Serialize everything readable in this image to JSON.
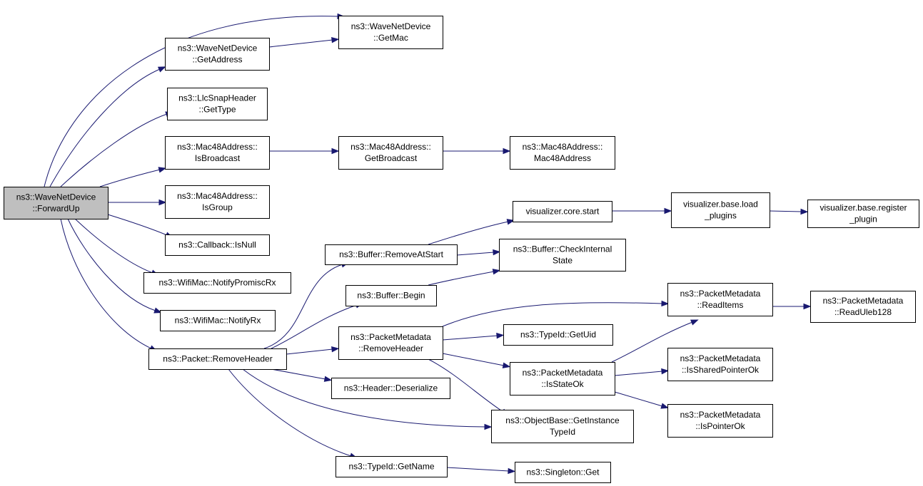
{
  "colors": {
    "edge": "#191970",
    "root_fill": "#bfbfbf",
    "node_fill": "#ffffff",
    "border": "#000000"
  },
  "nodes": {
    "forwardup": {
      "lines": [
        "ns3::WaveNetDevice",
        "::ForwardUp"
      ]
    },
    "getmac": {
      "lines": [
        "ns3::WaveNetDevice",
        "::GetMac"
      ]
    },
    "getaddress": {
      "lines": [
        "ns3::WaveNetDevice",
        "::GetAddress"
      ]
    },
    "gettype": {
      "lines": [
        "ns3::LlcSnapHeader",
        "::GetType"
      ]
    },
    "isbroadcast": {
      "lines": [
        "ns3::Mac48Address::",
        "IsBroadcast"
      ]
    },
    "getbroadcast": {
      "lines": [
        "ns3::Mac48Address::",
        "GetBroadcast"
      ]
    },
    "mac48ctor": {
      "lines": [
        "ns3::Mac48Address::",
        "Mac48Address"
      ]
    },
    "isgroup": {
      "lines": [
        "ns3::Mac48Address::",
        "IsGroup"
      ]
    },
    "isnull": {
      "lines": [
        "ns3::Callback::IsNull"
      ]
    },
    "notifypromiscrx": {
      "lines": [
        "ns3::WifiMac::NotifyPromiscRx"
      ]
    },
    "notifyrx": {
      "lines": [
        "ns3::WifiMac::NotifyRx"
      ]
    },
    "pkt_removeheader": {
      "lines": [
        "ns3::Packet::RemoveHeader"
      ]
    },
    "removeatstart": {
      "lines": [
        "ns3::Buffer::RemoveAtStart"
      ]
    },
    "begin": {
      "lines": [
        "ns3::Buffer::Begin"
      ]
    },
    "pm_removeheader": {
      "lines": [
        "ns3::PacketMetadata",
        "::RemoveHeader"
      ]
    },
    "deserialize": {
      "lines": [
        "ns3::Header::Deserialize"
      ]
    },
    "getname": {
      "lines": [
        "ns3::TypeId::GetName"
      ]
    },
    "corestart": {
      "lines": [
        "visualizer.core.start"
      ]
    },
    "checkinternal": {
      "lines": [
        "ns3::Buffer::CheckInternal",
        "State"
      ]
    },
    "getuid": {
      "lines": [
        "ns3::TypeId::GetUid"
      ]
    },
    "isstateok": {
      "lines": [
        "ns3::PacketMetadata",
        "::IsStateOk"
      ]
    },
    "getinstancetypeid": {
      "lines": [
        "ns3::ObjectBase::GetInstance",
        "TypeId"
      ]
    },
    "singletonget": {
      "lines": [
        "ns3::Singleton::Get"
      ]
    },
    "loadplugins": {
      "lines": [
        "visualizer.base.load",
        "_plugins"
      ]
    },
    "registerplugin": {
      "lines": [
        "visualizer.base.register",
        "_plugin"
      ]
    },
    "readitems": {
      "lines": [
        "ns3::PacketMetadata",
        "::ReadItems"
      ]
    },
    "readuleb": {
      "lines": [
        "ns3::PacketMetadata",
        "::ReadUleb128"
      ]
    },
    "issharedptr": {
      "lines": [
        "ns3::PacketMetadata",
        "::IsSharedPointerOk"
      ]
    },
    "ispointerok": {
      "lines": [
        "ns3::PacketMetadata",
        "::IsPointerOk"
      ]
    }
  },
  "edges": [
    [
      "forwardup",
      "getmac"
    ],
    [
      "forwardup",
      "getaddress"
    ],
    [
      "forwardup",
      "gettype"
    ],
    [
      "forwardup",
      "isbroadcast"
    ],
    [
      "forwardup",
      "isgroup"
    ],
    [
      "forwardup",
      "isnull"
    ],
    [
      "forwardup",
      "notifypromiscrx"
    ],
    [
      "forwardup",
      "notifyrx"
    ],
    [
      "forwardup",
      "pkt_removeheader"
    ],
    [
      "getaddress",
      "getmac"
    ],
    [
      "isbroadcast",
      "getbroadcast"
    ],
    [
      "getbroadcast",
      "mac48ctor"
    ],
    [
      "pkt_removeheader",
      "removeatstart"
    ],
    [
      "pkt_removeheader",
      "begin"
    ],
    [
      "pkt_removeheader",
      "pm_removeheader"
    ],
    [
      "pkt_removeheader",
      "deserialize"
    ],
    [
      "pkt_removeheader",
      "getinstancetypeid"
    ],
    [
      "pkt_removeheader",
      "getname"
    ],
    [
      "removeatstart",
      "corestart"
    ],
    [
      "removeatstart",
      "checkinternal"
    ],
    [
      "begin",
      "checkinternal"
    ],
    [
      "corestart",
      "loadplugins"
    ],
    [
      "loadplugins",
      "registerplugin"
    ],
    [
      "pm_removeheader",
      "readitems"
    ],
    [
      "pm_removeheader",
      "getuid"
    ],
    [
      "pm_removeheader",
      "isstateok"
    ],
    [
      "pm_removeheader",
      "getinstancetypeid"
    ],
    [
      "isstateok",
      "readitems"
    ],
    [
      "isstateok",
      "issharedptr"
    ],
    [
      "isstateok",
      "ispointerok"
    ],
    [
      "readitems",
      "readuleb"
    ],
    [
      "getname",
      "singletonget"
    ]
  ]
}
